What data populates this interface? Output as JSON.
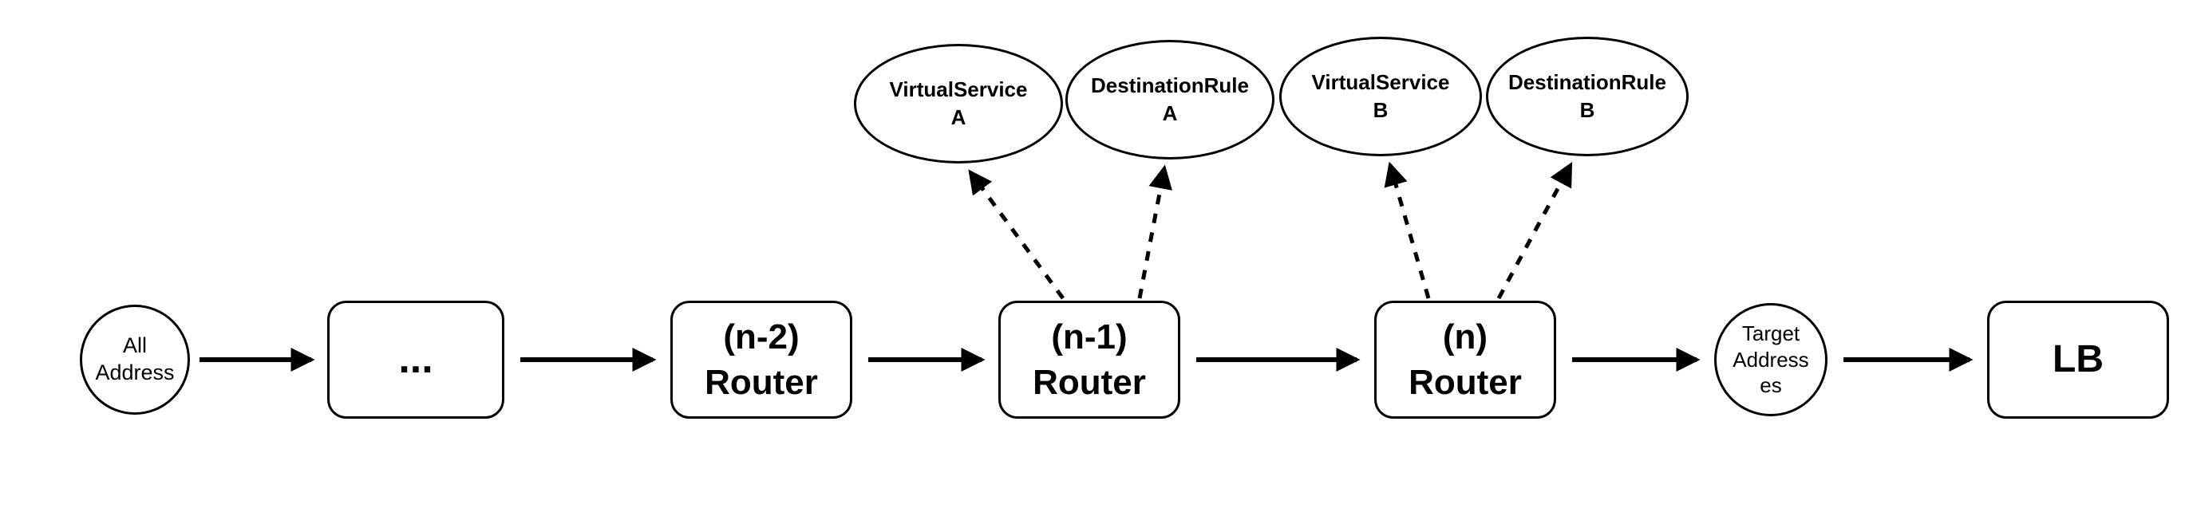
{
  "diagram": {
    "main_flow": {
      "all_address": "All\nAddress",
      "ellipsis": "...",
      "router_n_minus_2": "(n-2)\nRouter",
      "router_n_minus_1": "(n-1)\nRouter",
      "router_n": "(n)\nRouter",
      "target_addresses": "Target\nAddress\nes",
      "lb": "LB"
    },
    "istio_resources": {
      "virtual_service_a": "VirtualService\nA",
      "destination_rule_a": "DestinationRule\nA",
      "virtual_service_b": "VirtualService\nB",
      "destination_rule_b": "DestinationRule\nB"
    },
    "style": {
      "stroke_color": "#000000",
      "background_color": "#ffffff"
    }
  }
}
